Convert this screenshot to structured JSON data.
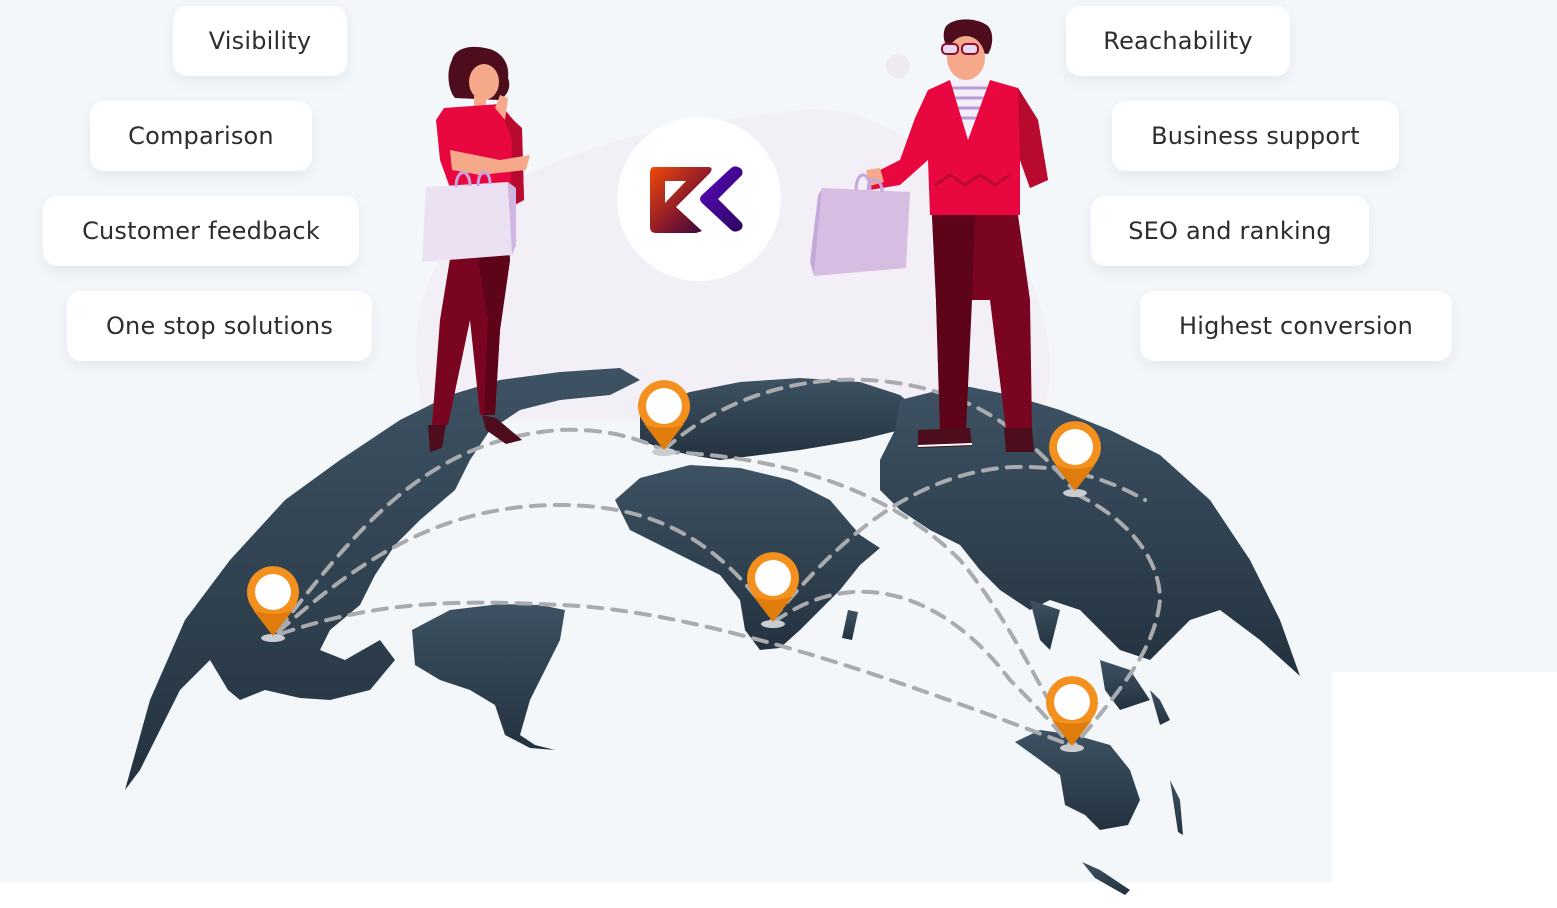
{
  "scene": {
    "background_color": "#f3f7fa",
    "globe_land_color": "#2c3e4e",
    "route_color": "#a9abae",
    "pin_color": "#f4901e",
    "pin_shade_color": "#e07c0c"
  },
  "logo": {
    "icon": "rk-logo-icon",
    "gradient_start": "#f04a08",
    "gradient_mid": "#8b1a2a",
    "chevron_color": "#4a0aa0"
  },
  "left_features": [
    {
      "label": "Visibility"
    },
    {
      "label": "Comparison"
    },
    {
      "label": "Customer feedback"
    },
    {
      "label": "One stop solutions"
    }
  ],
  "right_features": [
    {
      "label": "Reachability"
    },
    {
      "label": "Business support"
    },
    {
      "label": "SEO and ranking"
    },
    {
      "label": "Highest conversion"
    }
  ],
  "characters": [
    {
      "name": "woman-shopper",
      "icon": "woman-with-shopping-bag"
    },
    {
      "name": "man-shopper",
      "icon": "man-with-shopping-bag"
    }
  ],
  "pins": [
    {
      "name": "north-america"
    },
    {
      "name": "europe"
    },
    {
      "name": "africa"
    },
    {
      "name": "east-asia"
    },
    {
      "name": "southeast-asia"
    }
  ]
}
